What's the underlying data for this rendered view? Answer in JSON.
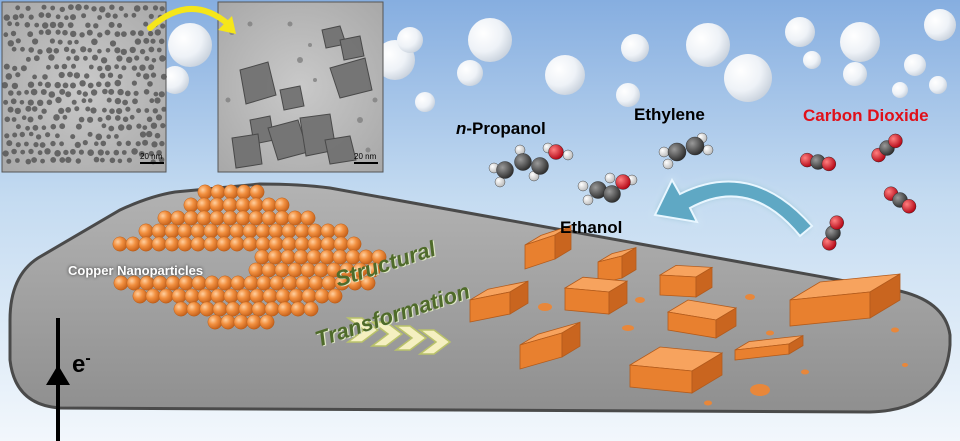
{
  "labels": {
    "n_propanol_prefix": "n",
    "n_propanol_rest": "-Propanol",
    "ethylene": "Ethylene",
    "ethanol": "Ethanol",
    "carbon_dioxide": "Carbon Dioxide",
    "copper_nanoparticles": "Copper Nanoparticles",
    "structural": "Structural",
    "transformation": "Transformation",
    "electron": "e",
    "electron_sup": "-"
  },
  "tem_insets": {
    "left_scale": "20 nm",
    "right_scale": "20 nm"
  },
  "colors": {
    "background_top": "#8db4e3",
    "background_bottom": "#eef5fb",
    "substrate": "#a6a6a6",
    "copper": "#f0883a",
    "transformation_text": "#4f6b2a",
    "co2_label": "#e0101a",
    "process_arrow": "#5fa8c4",
    "inset_arrow": "#f5e61a"
  }
}
